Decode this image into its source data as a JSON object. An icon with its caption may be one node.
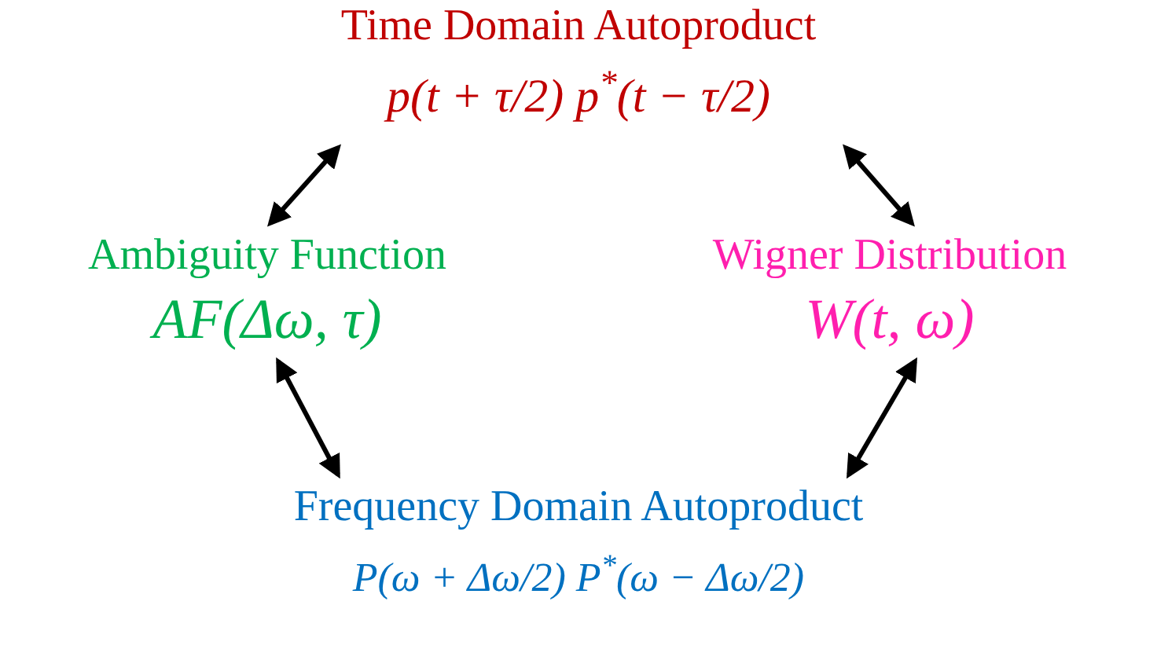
{
  "diagram": {
    "nodes": [
      {
        "text": [
          "Time Domain Autoproduct",
          "p(t + τ/2) p$^{*}$(t − τ/2)"
        ]
      },
      {
        "text": [
          "Ambiguity Function",
          "AF(Δω, τ)"
        ]
      },
      {
        "text": [
          "Wigner Distribution",
          "W(t, ω)"
        ]
      },
      {
        "text": [
          "Frequency Domain Autoproduct",
          "P(ω + Δω/2) P$^{*}$(ω − Δω/2)"
        ]
      }
    ],
    "edges": [
      {
        "from": 0,
        "to": 1,
        "arrow": "both"
      },
      {
        "from": 0,
        "to": 2,
        "arrow": "both"
      },
      {
        "from": 1,
        "to": 3,
        "arrow": "both"
      },
      {
        "from": 2,
        "to": 3,
        "arrow": "both"
      }
    ]
  }
}
